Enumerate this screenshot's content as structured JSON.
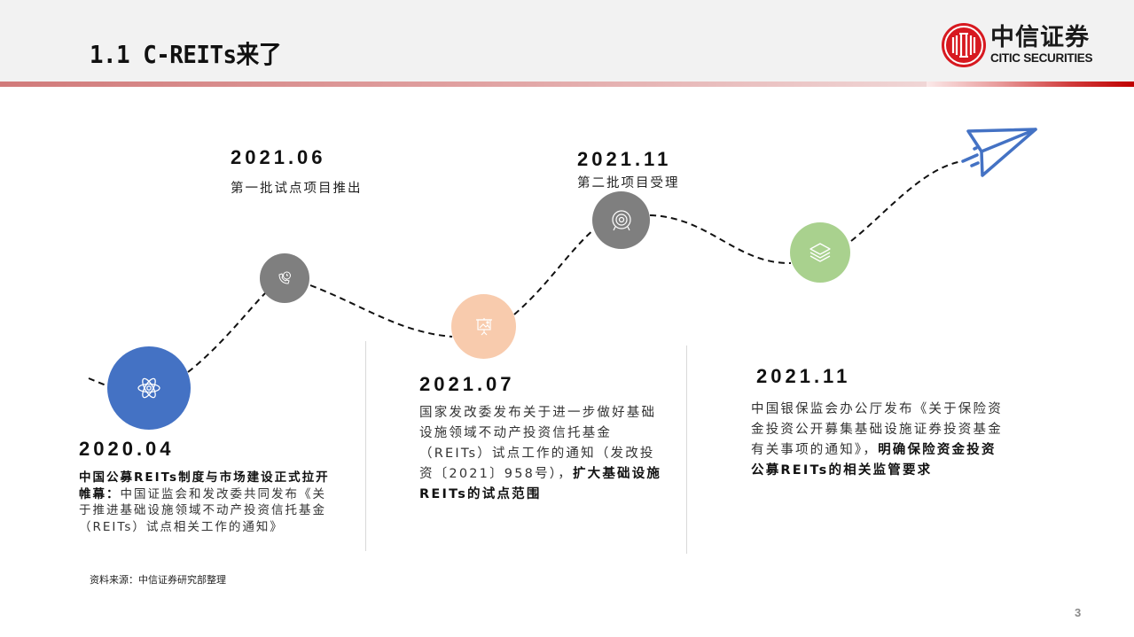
{
  "header": {
    "title": "1.1 C-REITs来了",
    "logo": {
      "cn": "中信证券",
      "en": "CITIC SECURITIES",
      "mark_color": "#d71920"
    }
  },
  "timeline": {
    "nodes": [
      {
        "id": "2020-04",
        "date": "2020.04",
        "icon": "atom-icon",
        "color": "#4472c4",
        "desc_bold": "中国公募REITs制度与市场建设正式拉开帷幕：",
        "desc": "中国证监会和发改委共同发布《关于推进基础设施领域不动产投资信托基金（REITs）试点相关工作的通知》"
      },
      {
        "id": "2021-06",
        "date": "2021.06",
        "icon": "phone-clock-icon",
        "color": "#7f7f7f",
        "caption": "第一批试点项目推出"
      },
      {
        "id": "2021-07",
        "date": "2021.07",
        "icon": "presentation-board-icon",
        "color": "#f8cbad",
        "desc": "国家发改委发布关于进一步做好基础设施领域不动产投资信托基金（REITs）试点工作的通知（发改投资〔2021〕958号），",
        "desc_bold": "扩大基础设施REITs的试点范围"
      },
      {
        "id": "2021-11-a",
        "date": "2021.11",
        "icon": "target-icon",
        "color": "#7f7f7f",
        "caption": "第二批项目受理"
      },
      {
        "id": "2021-11-b",
        "date": "2021.11",
        "icon": "layers-icon",
        "color": "#a9d18e",
        "desc": "中国银保监会办公厅发布《关于保险资金投资公开募集基础设施证券投资基金有关事项的通知》，",
        "desc_bold": "明确保险资金投资公募REITs的相关监管要求"
      }
    ],
    "end_icon": {
      "name": "paper-plane-icon",
      "color": "#4472c4"
    }
  },
  "footer": {
    "source": "资料来源：中信证券研究部整理",
    "page_number": "3"
  }
}
